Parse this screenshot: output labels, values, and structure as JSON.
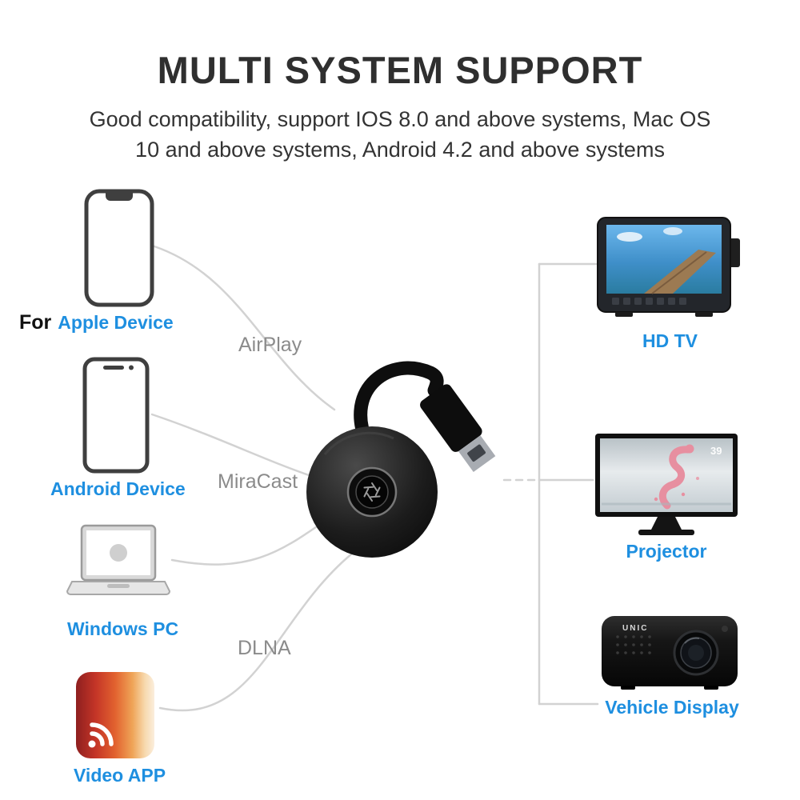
{
  "header": {
    "title": "MULTI SYSTEM SUPPORT",
    "subtitle_line1": "Good compatibility, support IOS 8.0 and above systems, Mac OS",
    "subtitle_line2": "10 and above systems, Android 4.2 and above systems"
  },
  "colors": {
    "label_blue": "#1E8FE0",
    "protocol_gray": "#8b8b8b",
    "title_dark": "#2f2f2f",
    "line_gray": "#d2d2d2"
  },
  "sources": [
    {
      "id": "apple",
      "prefix": "For",
      "label": "Apple Device"
    },
    {
      "id": "android",
      "label": "Android Device"
    },
    {
      "id": "windows",
      "label": "Windows PC"
    },
    {
      "id": "videoapp",
      "label": "Video APP"
    }
  ],
  "protocols": [
    {
      "label": "AirPlay"
    },
    {
      "label": "MiraCast"
    },
    {
      "label": "DLNA"
    }
  ],
  "outputs": [
    {
      "id": "hdtv",
      "label": "HD TV"
    },
    {
      "id": "projector",
      "label": "Projector",
      "screen_badge": "39"
    },
    {
      "id": "vehicle",
      "label": "Vehicle Display",
      "brand": "UNIC"
    }
  ]
}
